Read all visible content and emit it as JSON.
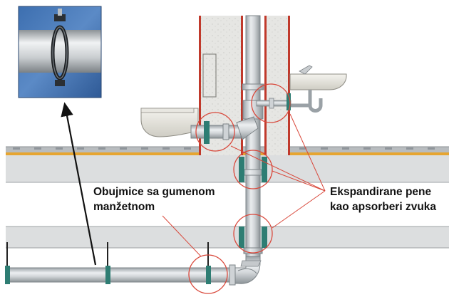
{
  "labels": {
    "clamps": [
      "Obujmice sa gumenom",
      "manžetnom"
    ],
    "foam": [
      "Ekspandirane pene",
      "kao apsorberi zvuka"
    ]
  },
  "colors": {
    "wall_red": "#c0392b",
    "foam_green": "#2e7d73",
    "floor_orange": "#e6a531",
    "callout_red": "#d9483b",
    "pipe_gray": "#c9ced2",
    "inset_blue": "#4a78b8"
  }
}
